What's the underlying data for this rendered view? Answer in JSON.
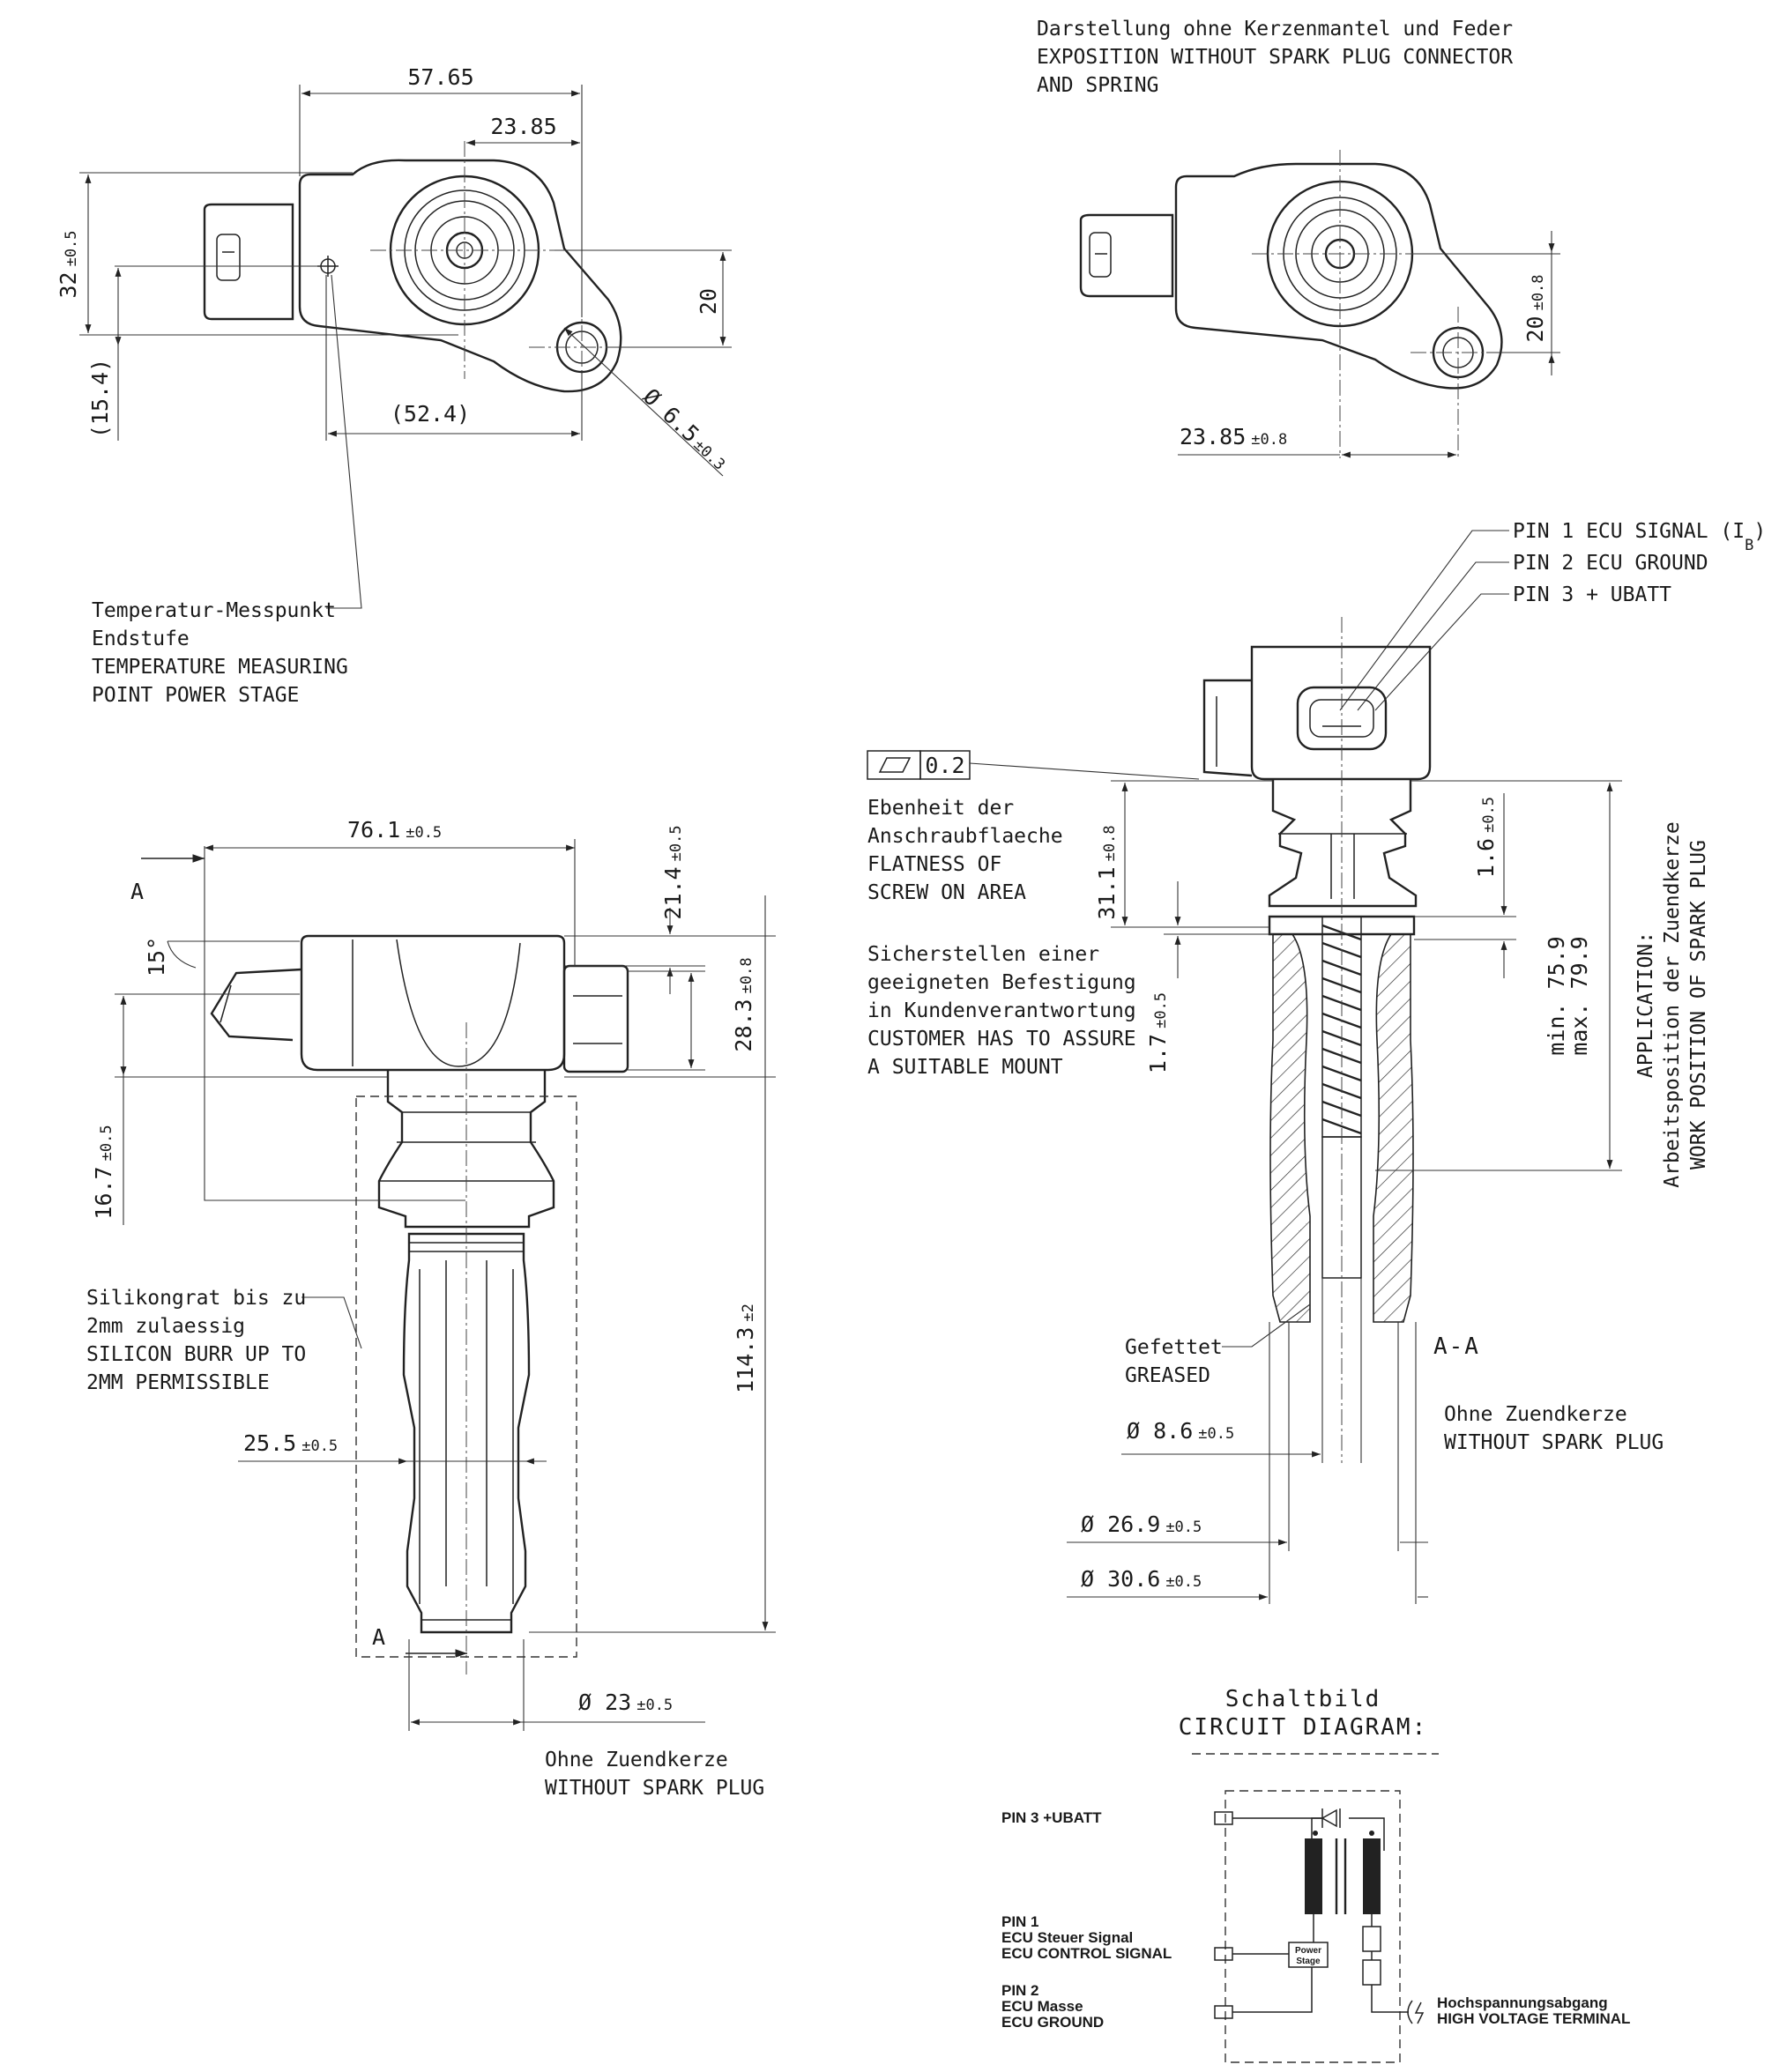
{
  "top_view": {
    "dim_width": "57.65",
    "dim_offset": "23.85",
    "dim_height": "32",
    "dim_height_tol": "±0.5",
    "dim_20": "20",
    "dim_ref_15_4": "(15.4)",
    "dim_ref_52_4": "(52.4)",
    "dim_hole": "Ø 6.5",
    "dim_hole_tol": "±0.3"
  },
  "top_right_view": {
    "note_line1": "Darstellung ohne Kerzenmantel und Feder",
    "note_line2": "EXPOSITION WITHOUT SPARK PLUG CONNECTOR",
    "note_line3": "AND SPRING",
    "dim_20": "20",
    "dim_20_tol": "±0.8",
    "dim_23_85": "23.85",
    "dim_23_85_tol": "±0.8"
  },
  "temperature_note": {
    "line1": "Temperatur-Messpunkt",
    "line2": "Endstufe",
    "line3": "TEMPERATURE MEASURING",
    "line4": "POINT POWER STAGE"
  },
  "side_view": {
    "dim_76_1": "76.1",
    "dim_76_1_tol": "±0.5",
    "dim_21_4": "21.4",
    "dim_21_4_tol": "±0.5",
    "dim_28_3": "28.3",
    "dim_28_3_tol": "±0.8",
    "dim_16_7": "16.7",
    "dim_16_7_tol": "±0.5",
    "dim_114_3": "114.3",
    "dim_114_3_tol": "±2",
    "dim_25_5": "25.5",
    "dim_25_5_tol": "±0.5",
    "dim_23": "Ø 23",
    "dim_23_tol": "±0.5",
    "angle": "15°",
    "section_mark": "A",
    "silicone_line1": "Silikongrat bis zu",
    "silicone_line2": "2mm zulaessig",
    "silicone_line3": "SILICON BURR UP TO",
    "silicone_line4": "2MM PERMISSIBLE",
    "bottom_note_line1": "Ohne Zuendkerze",
    "bottom_note_line2": "WITHOUT SPARK PLUG"
  },
  "pins": {
    "pin1": "PIN 1 ECU SIGNAL (I",
    "pin1_sub": "B",
    "pin1_close": ")",
    "pin2": "PIN 2 ECU GROUND",
    "pin3": "PIN 3 + UBATT"
  },
  "section_view": {
    "flatness_value": "0.2",
    "flat_line1": "Ebenheit der",
    "flat_line2": "Anschraubflaeche",
    "flat_line3": "FLATNESS OF",
    "flat_line4": "SCREW ON AREA",
    "mount_line1": "Sicherstellen einer",
    "mount_line2": "geeigneten Befestigung",
    "mount_line3": "in Kundenverantwortung",
    "mount_line4": "CUSTOMER HAS TO ASSURE",
    "mount_line5": "A SUITABLE MOUNT",
    "dim_31_1": "31.1",
    "dim_31_1_tol": "±0.8",
    "dim_1_7": "1.7",
    "dim_1_7_tol": "±0.5",
    "dim_1_6": "1.6",
    "dim_1_6_tol": "±0.5",
    "dim_min": "min. 75.9",
    "dim_max": "max. 79.9",
    "app_line1": "APPLICATION:",
    "app_line2": "Arbeitsposition der Zuendkerze",
    "app_line3": "WORK POSITION OF SPARK PLUG",
    "greased_line1": "Gefettet",
    "greased_line2": "GREASED",
    "section_label": "A-A",
    "no_plug_line1": "Ohne Zuendkerze",
    "no_plug_line2": "WITHOUT SPARK PLUG",
    "dim_8_6": "Ø  8.6",
    "dim_8_6_tol": "±0.5",
    "dim_26_9": "Ø  26.9",
    "dim_26_9_tol": "±0.5",
    "dim_30_6": "Ø  30.6",
    "dim_30_6_tol": "±0.5"
  },
  "circuit": {
    "title_de": "Schaltbild",
    "title_en": "CIRCUIT DIAGRAM:",
    "pin3": "PIN 3 +UBATT",
    "pin1_line1": "PIN 1",
    "pin1_line2": "ECU Steuer Signal",
    "pin1_line3": "ECU CONTROL SIGNAL",
    "pin2_line1": "PIN 2",
    "pin2_line2": "ECU Masse",
    "pin2_line3": "ECU GROUND",
    "hv_line1": "Hochspannungsabgang",
    "hv_line2": "HIGH VOLTAGE TERMINAL",
    "power_stage_1": "Power",
    "power_stage_2": "Stage"
  }
}
